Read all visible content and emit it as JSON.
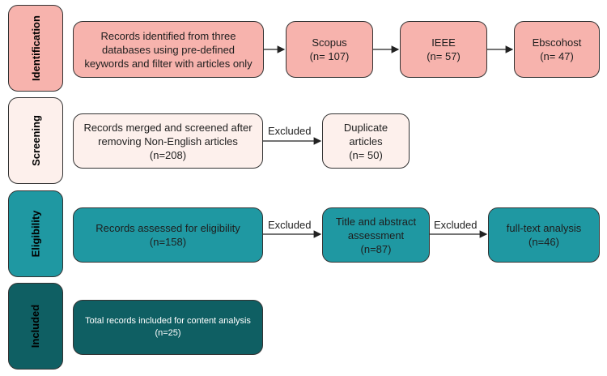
{
  "stages": {
    "identification": "Identification",
    "screening": "Screening",
    "eligibility": "Eligibility",
    "included": "Included"
  },
  "identification": {
    "records": [
      "Records identified from three",
      "databases using pre-defined",
      "keywords and filter with articles only"
    ],
    "scopus": [
      "Scopus",
      "(n= 107)"
    ],
    "ieee": [
      "IEEE",
      "(n= 57)"
    ],
    "ebscohost": [
      "Ebscohost",
      "(n= 47)"
    ]
  },
  "screening": {
    "merged": [
      "Records merged and screened after",
      "removing Non-English articles",
      "(n=208)"
    ],
    "excluded_label": "Excluded",
    "duplicate": [
      "Duplicate",
      "articles",
      "(n= 50)"
    ]
  },
  "eligibility": {
    "assessed": [
      "Records assessed for eligibility",
      "(n=158)"
    ],
    "excluded_label_1": "Excluded",
    "title_abstract": [
      "Title and abstract",
      "assessment",
      "(n=87)"
    ],
    "excluded_label_2": "Excluded",
    "fulltext": [
      "full-text analysis",
      "(n=46)"
    ]
  },
  "included": {
    "total": [
      "Total records included for content analysis",
      "(n=25)"
    ]
  },
  "colors": {
    "pink": "#f7b3ad",
    "cream": "#fdf0ec",
    "teal": "#1f98a2",
    "dark_teal": "#0f5f63"
  }
}
